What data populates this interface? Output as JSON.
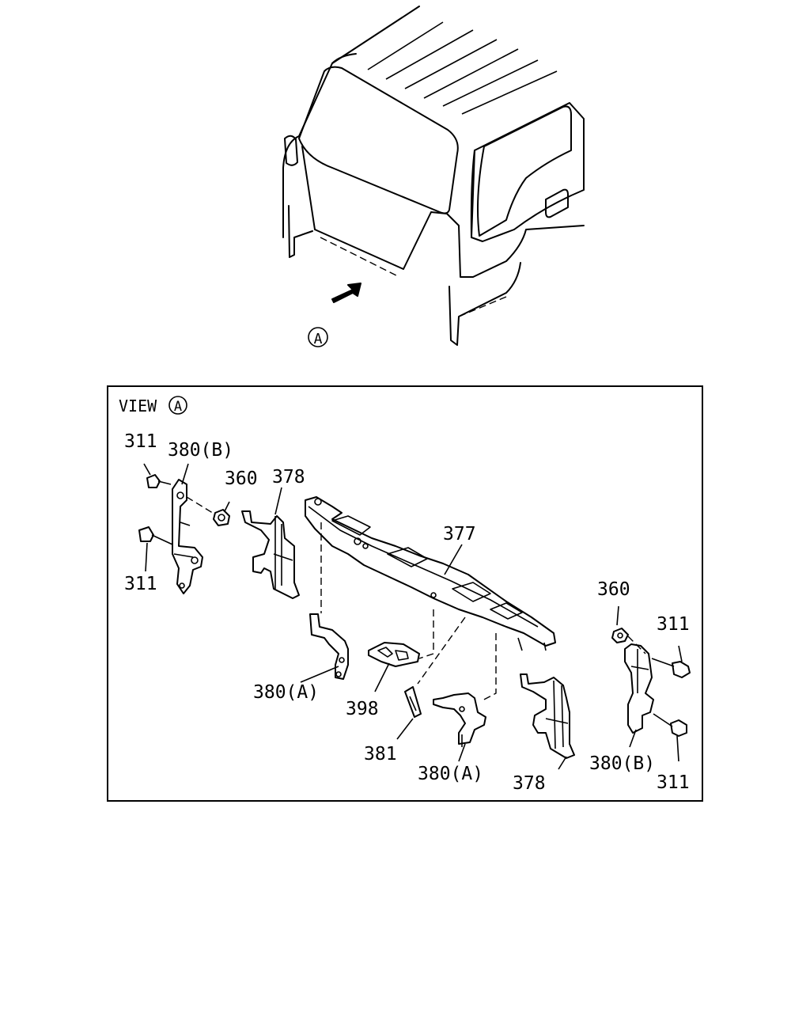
{
  "view": {
    "arrow_marker": "A",
    "box_title_prefix": "VIEW",
    "box_title_marker": "A"
  },
  "callouts": {
    "c311_tl": "311",
    "c380b_tl": "380(B)",
    "c360_tl": "360",
    "c378_tl": "378",
    "c311_ml": "311",
    "c377": "377",
    "c360_r": "360",
    "c311_r1": "311",
    "c380a_l": "380(A)",
    "c398": "398",
    "c381": "381",
    "c380a_c": "380(A)",
    "c378_b": "378",
    "c380b_r": "380(B)",
    "c311_r2": "311"
  }
}
